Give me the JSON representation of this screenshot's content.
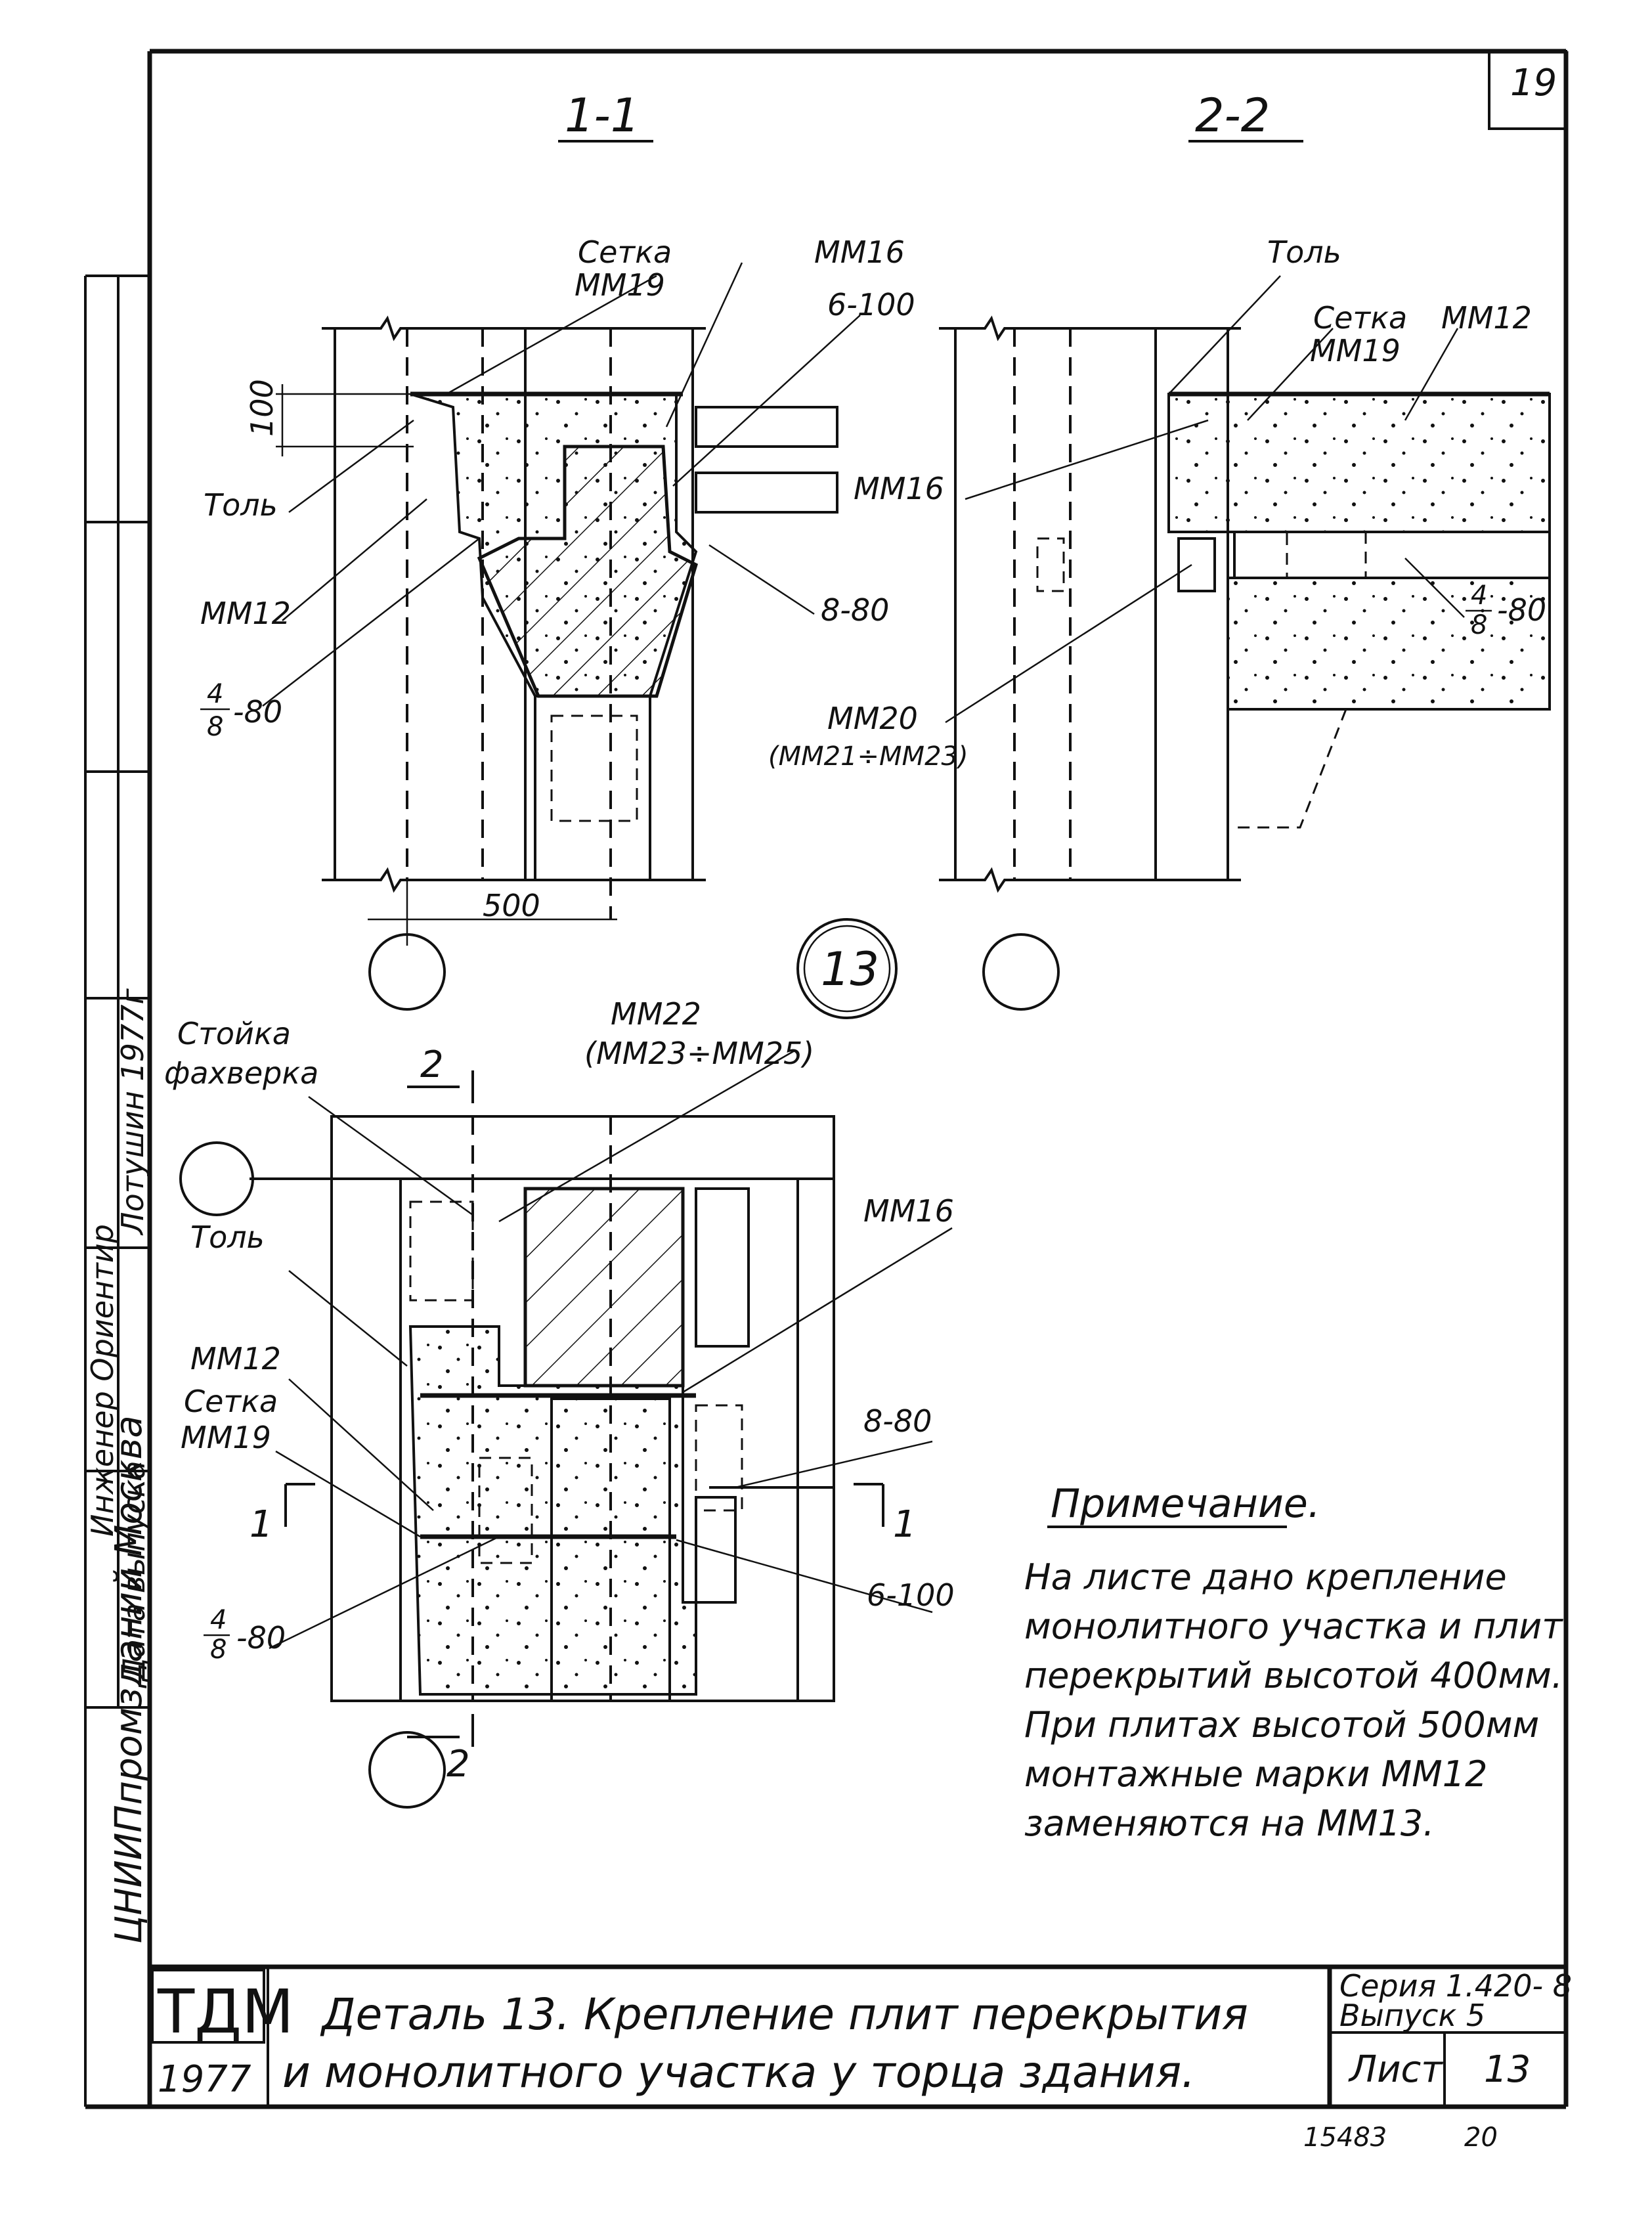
{
  "sheet": {
    "corner_number": "19",
    "logo": "ТДМ",
    "logo_year": "1977",
    "title_line1": "Деталь 13. Крепление плит перекрытия",
    "title_line2": "и монолитного участка у торца здания.",
    "series_line1": "Серия 1.420- 8",
    "series_line2": "Выпуск 5",
    "sheet_label": "Лист",
    "sheet_number": "13",
    "bottom_number_1": "15483",
    "bottom_number_2": "20"
  },
  "sidebar": {
    "line_1": "Инженер Ориентир",
    "line_2": "Дата выпуска",
    "line_3": "Лотушин 1977г",
    "line_4": "ЦНИИПпромзданий Москва"
  },
  "section_1_1": {
    "title": "1-1",
    "labels": {
      "setka": "Сетка",
      "mm19": "ММ19",
      "mm16": "ММ16",
      "b100": "6-100",
      "dim_100": "100",
      "tol": "Толь",
      "mm12": "ММ12",
      "frac_num": "4",
      "frac_den": "8",
      "frac_tail": "-80",
      "b8_80": "8-80",
      "dim_500": "500"
    }
  },
  "section_2_2": {
    "title": "2-2",
    "labels": {
      "tol": "Толь",
      "setka": "Сетка",
      "mm19": "ММ19",
      "mm12": "ММ12",
      "mm16": "ММ16",
      "frac_num": "4",
      "frac_den": "8",
      "frac_tail": "-80",
      "mm20": "ММ20",
      "mm21_23": "(ММ21÷ММ23)"
    }
  },
  "detail_marker": "13",
  "plan": {
    "labels": {
      "stoika": "Стойка",
      "fahverka": "фахверка",
      "mm22": "ММ22",
      "mm23_25": "(ММ23÷ММ25)",
      "cut_2": "2",
      "tol": "Толь",
      "mm16": "ММ16",
      "mm12": "ММ12",
      "setka": "Сетка",
      "mm19": "ММ19",
      "b8_80": "8-80",
      "cut_1": "1",
      "b6_100": "6-100",
      "frac_num": "4",
      "frac_den": "8",
      "frac_tail": "-80"
    }
  },
  "note": {
    "heading": "Примечание.",
    "lines": [
      "На листе дано крепление",
      "монолитного участка и плит",
      "перекрытий высотой 400мм.",
      "При плитах высотой 500мм",
      "монтажные марки ММ12",
      "заменяются на ММ13."
    ]
  }
}
